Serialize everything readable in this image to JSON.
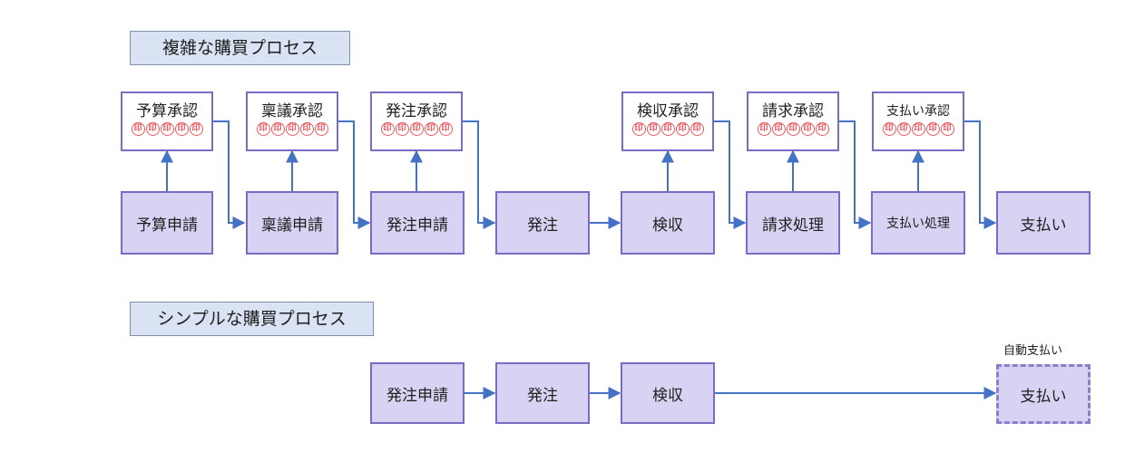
{
  "complex": {
    "title": "複雑な購買プロセス",
    "steps": [
      {
        "label": "予算申請",
        "approval": "予算承認"
      },
      {
        "label": "稟議申請",
        "approval": "稟議承認"
      },
      {
        "label": "発注申請",
        "approval": "発注承認"
      },
      {
        "label": "発注",
        "approval": null
      },
      {
        "label": "検収",
        "approval": "検収承認"
      },
      {
        "label": "請求処理",
        "approval": "請求承認"
      },
      {
        "label": "支払い処理",
        "approval": "支払い承認"
      },
      {
        "label": "支払い",
        "approval": null
      }
    ],
    "stamp_char": "印",
    "stamps_per_approval": 5
  },
  "simple": {
    "title": "シンプルな購買プロセス",
    "steps": [
      "発注申請",
      "発注",
      "検収",
      "支払い"
    ],
    "auto_pay_note": "自動支払い"
  },
  "colors": {
    "box_fill": "#d9d3f3",
    "box_border": "#7b6bc4",
    "arrow": "#4472c4",
    "stamp": "#e8585c",
    "title_fill": "#dae3f3"
  }
}
